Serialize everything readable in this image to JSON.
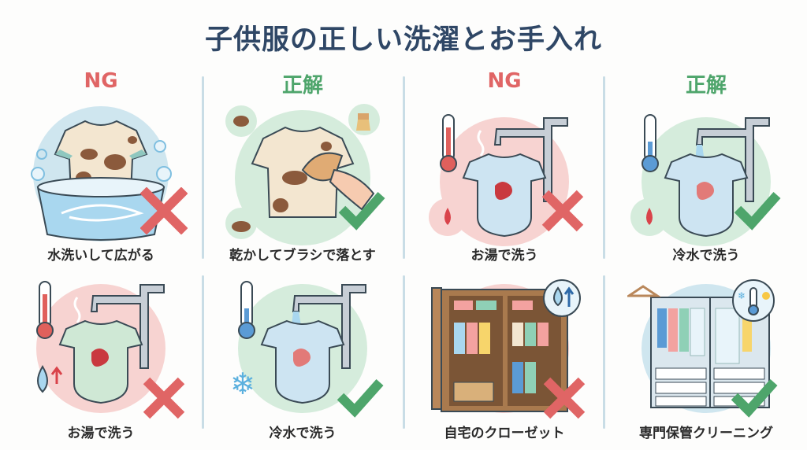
{
  "title": "子供服の正しい洗濯とお手入れ",
  "colors": {
    "title": "#2f4766",
    "ng": "#e06565",
    "ok": "#4ea56b",
    "divider": "#c9dde6",
    "ng_bg": "#f7d3d1",
    "ok_bg": "#d5ecdc",
    "water_bg": "#cfe6ef"
  },
  "panels": [
    {
      "verdict": "NG",
      "type": "ng",
      "caption": "水洗いして広がる",
      "icon": "tshirt-in-basin-icon",
      "mark": "cross-icon"
    },
    {
      "verdict": "正解",
      "type": "ok",
      "caption": "乾かしてブラシで落とす",
      "icon": "brushing-tshirt-icon",
      "mark": "check-icon"
    },
    {
      "verdict": "NG",
      "type": "ng",
      "caption": "お湯で洗う",
      "icon": "hot-water-faucet-onesie-icon",
      "mark": "cross-icon"
    },
    {
      "verdict": "正解",
      "type": "ok",
      "caption": "冷水で洗う",
      "icon": "cold-water-faucet-onesie-icon",
      "mark": "check-icon"
    },
    {
      "type": "ng",
      "caption": "お湯で洗う",
      "icon": "hot-water-faucet-onesie-icon",
      "mark": "cross-icon"
    },
    {
      "type": "ok",
      "caption": "冷水で洗う",
      "icon": "cold-water-faucet-onesie-icon",
      "mark": "check-icon"
    },
    {
      "type": "ng",
      "caption": "自宅のクローゼット",
      "icon": "home-closet-icon",
      "mark": "cross-icon"
    },
    {
      "type": "ok",
      "caption": "専門保管クリーニング",
      "icon": "professional-storage-icon",
      "mark": "check-icon"
    }
  ]
}
